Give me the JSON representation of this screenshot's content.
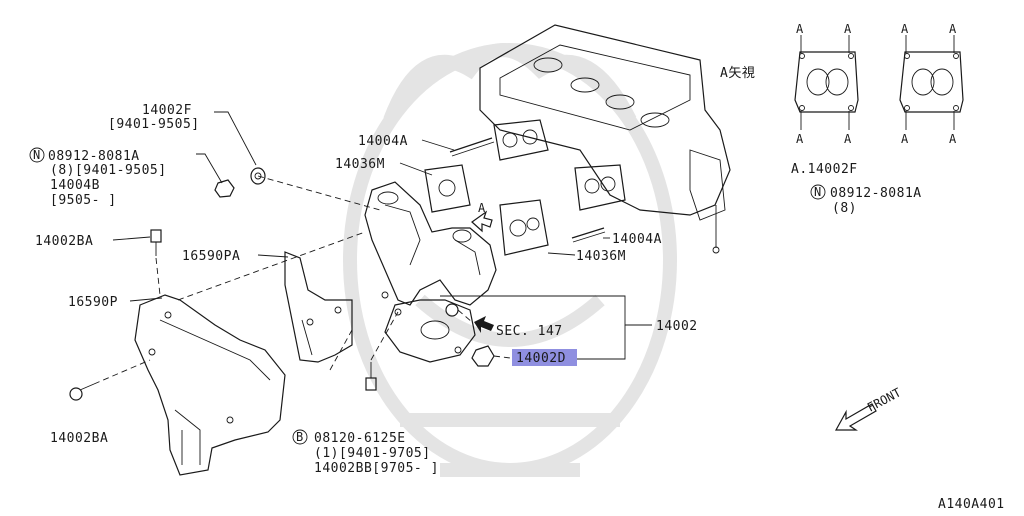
{
  "labels": {
    "l_14002f": "14002F",
    "l_14002f_range": "[9401-9505]",
    "l_n_prefix": "N",
    "l_08912": "08912-8081A",
    "l_08912_qty": "(8)[9401-9505]",
    "l_14004b": "14004B",
    "l_14004b_range": "[9505-     ]",
    "l_14004a_top": "14004A",
    "l_14036m_top": "14036M",
    "l_14002ba_top": "14002BA",
    "l_16590pa": "16590PA",
    "l_16590p": "16590P",
    "l_14002ba_bottom": "14002BA",
    "l_b_prefix": "B",
    "l_08120": "08120-6125E",
    "l_08120_qty": "(1)[9401-9705]",
    "l_14002bb": "14002BB[9705-     ]",
    "l_sec147": "SEC. 147",
    "l_14002": "14002",
    "l_14002d": "14002D",
    "l_14004a_right": "14004A",
    "l_14036m_right": "14036M",
    "l_a_arrow": "A",
    "l_front": "FRONT",
    "l_code": "A140A401"
  },
  "view_box": {
    "title": "A矢視",
    "gasket_pin": "A",
    "caption": "A.14002F",
    "n_prefix": "N",
    "part": "08912-8081A",
    "qty": "(8)"
  },
  "highlight_color": "#8f8fe0"
}
